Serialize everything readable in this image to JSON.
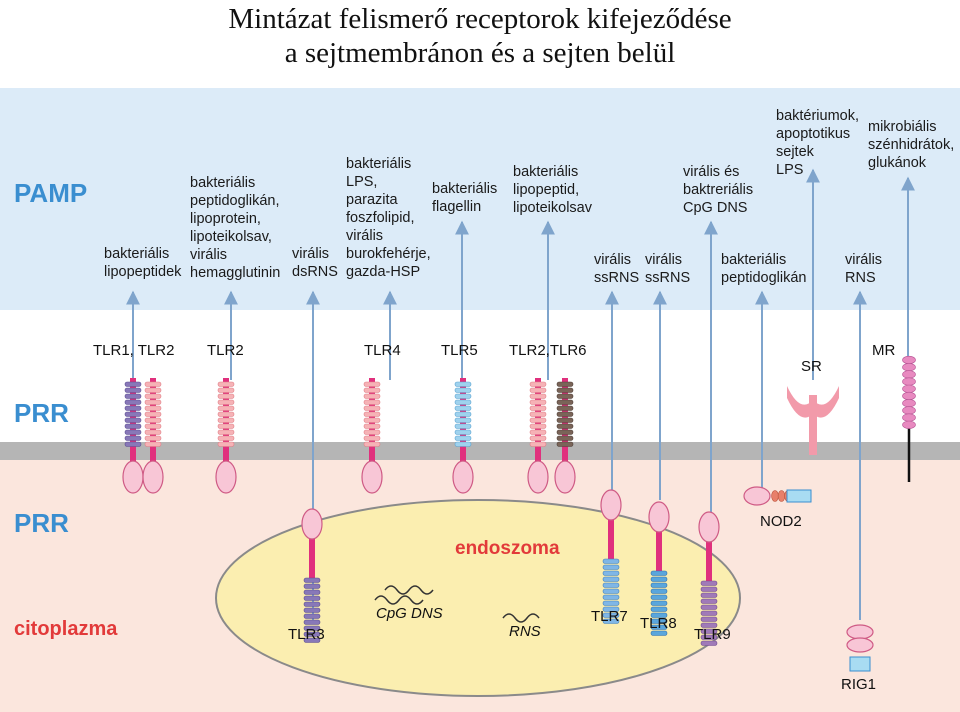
{
  "title": {
    "line1": "Mintázat felismerő receptorok kifejeződése",
    "line2": "a sejtmembránon és a sejten belül"
  },
  "regions": {
    "pamp": "PAMP",
    "prr_membrane": "PRR",
    "prr_cytoplasm": "PRR",
    "endosome": "endoszoma",
    "cytoplasm": "citoplazma"
  },
  "ligands": [
    "bakteriális\nlipopeptidek",
    "bakteriális\npeptidoglikán,\nlipoprotein,\nlipoteikolsav,\nvirális\nhemagglutinin",
    "virális\ndsRNS",
    "bakteriális\nLPS,\nparazita\nfoszfolipid,\nvirális\nburokfehérje,\ngazda-HSP",
    "bakteriális\nflagellin",
    "bakteriális\nlipopeptid,\nlipoteikolsav",
    "virális\nssRNS",
    "virális\nssRNS",
    "virális és\nbaktreriális\nCpG DNS",
    "bakteriális\npeptidoglikán",
    "baktériumok,\napoptotikus\nsejtek\nLPS",
    "virális\nRNS",
    "mikrobiális\nszénhidrátok,\nglukánok"
  ],
  "receptors": {
    "tlr1_tlr2": "TLR1, TLR2",
    "tlr2": "TLR2",
    "tlr4": "TLR4",
    "tlr5": "TLR5",
    "tlr2_tlr6": "TLR2,TLR6",
    "sr": "SR",
    "mr": "MR",
    "tlr3": "TLR3",
    "tlr7": "TLR7",
    "tlr8": "TLR8",
    "tlr9": "TLR9",
    "nod2": "NOD2",
    "rig1": "RIG1"
  },
  "endosome_contents": {
    "cpg_dns": "CpG DNS",
    "rns": "RNS"
  },
  "colors": {
    "pamp_background": "#dcebf8",
    "cytoplasm_background": "#fbe6dd",
    "endosome_fill": "#fbeeb0",
    "membrane": "#b5b5b5",
    "arrow": "#7fa4cc",
    "receptor_stem": "#e0307d",
    "heading_blue": "#3a8ed0",
    "heading_red": "#e23a3a"
  }
}
